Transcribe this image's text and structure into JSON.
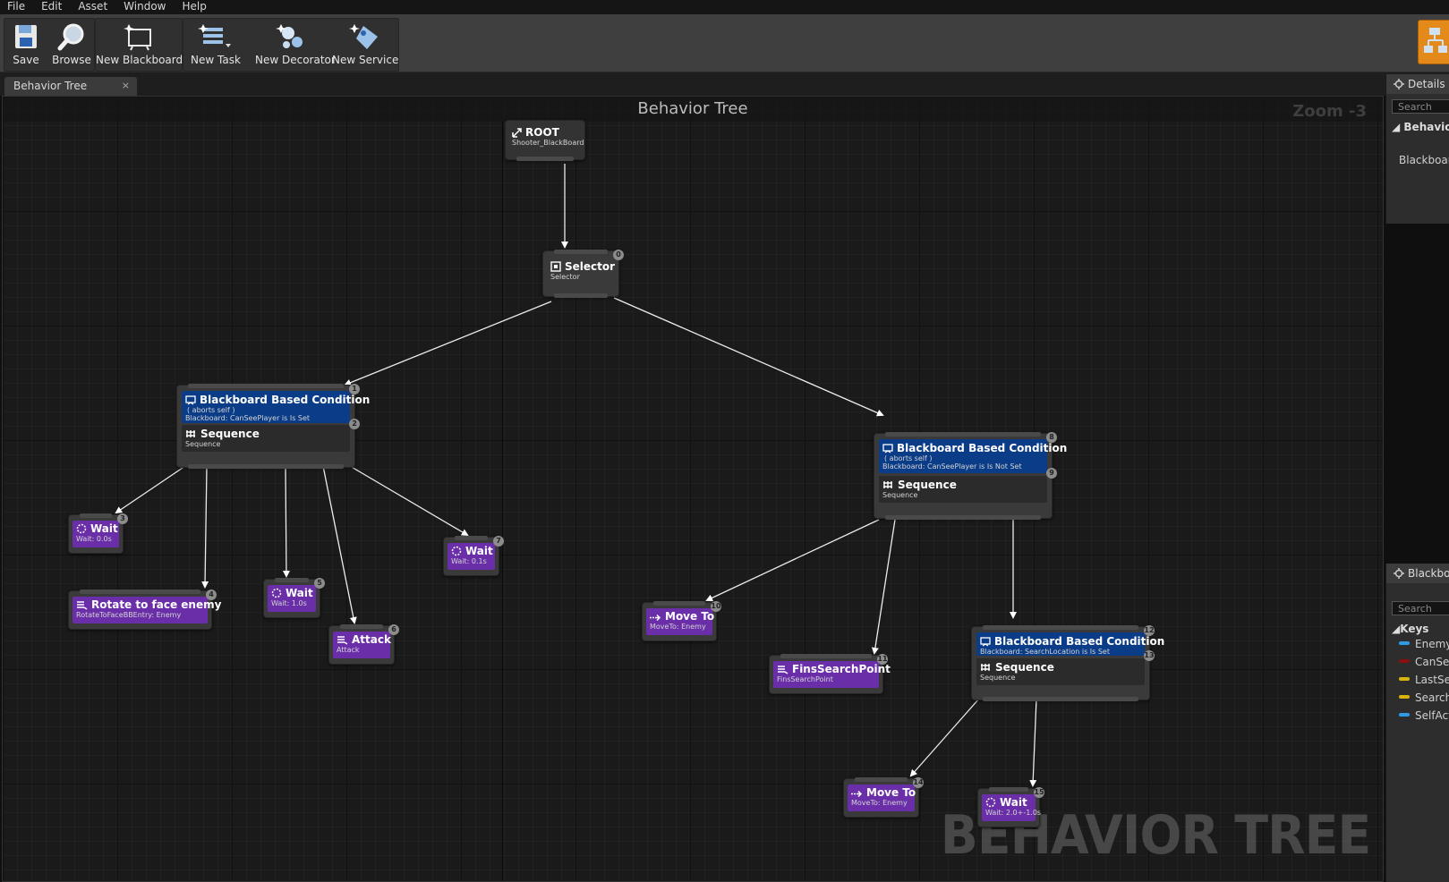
{
  "menu": [
    "File",
    "Edit",
    "Asset",
    "Window",
    "Help"
  ],
  "toolbar": {
    "save": "Save",
    "browse": "Browse",
    "new_blackboard": "New Blackboard",
    "new_task": "New Task",
    "new_decorator": "New Decorator",
    "new_service": "New Service"
  },
  "tab": {
    "label": "Behavior Tree",
    "close": "×"
  },
  "graph": {
    "title": "Behavior Tree",
    "zoom": "Zoom -3",
    "watermark": "BEHAVIOR TREE"
  },
  "nodes": {
    "root": {
      "title": "ROOT",
      "sub": "Shooter_BlackBoard"
    },
    "selector": {
      "title": "Selector",
      "sub": "Selector",
      "index": "0"
    },
    "left_seq": {
      "decorator_title": "Blackboard Based Condition",
      "decorator_line1": "( aborts self )",
      "decorator_line2": "Blackboard: CanSeePlayer is Is Set",
      "decorator_index": "1",
      "title": "Sequence",
      "sub": "Sequence",
      "index": "2"
    },
    "wait_a": {
      "title": "Wait",
      "sub": "Wait: 0.0s",
      "index": "3"
    },
    "rotate": {
      "title": "Rotate to face enemy",
      "sub": "RotateToFaceBBEntry: Enemy",
      "index": "4"
    },
    "wait_b": {
      "title": "Wait",
      "sub": "Wait: 1.0s",
      "index": "5"
    },
    "attack": {
      "title": "Attack",
      "sub": "Attack",
      "index": "6"
    },
    "wait_c": {
      "title": "Wait",
      "sub": "Wait: 0.1s",
      "index": "7"
    },
    "right_seq": {
      "decorator_title": "Blackboard Based Condition",
      "decorator_line1": "( aborts self )",
      "decorator_line2": "Blackboard: CanSeePlayer is Is Not Set",
      "decorator_index": "8",
      "title": "Sequence",
      "sub": "Sequence",
      "index": "9"
    },
    "moveto_a": {
      "title": "Move To",
      "sub": "MoveTo: Enemy",
      "index": "10"
    },
    "fins": {
      "title": "FinsSearchPoint",
      "sub": "FinsSearchPoint",
      "index": "11"
    },
    "search_seq": {
      "decorator_title": "Blackboard Based Condition",
      "decorator_line1": "Blackboard: SearchLocation is Is Set",
      "decorator_index": "12",
      "title": "Sequence",
      "sub": "Sequence",
      "index": "13"
    },
    "moveto_b": {
      "title": "Move To",
      "sub": "MoveTo: Enemy",
      "index": "14"
    },
    "wait_d": {
      "title": "Wait",
      "sub": "Wait: 2.0+-1.0s",
      "index": "15"
    }
  },
  "details_panel": {
    "title": "Details",
    "search_placeholder": "Search",
    "category": "Behavior",
    "property": "Blackboard"
  },
  "blackboard_panel": {
    "title": "Blackboard",
    "search_placeholder": "Search",
    "category": "Keys",
    "keys": [
      {
        "name": "Enemy",
        "color": "#2f9be8"
      },
      {
        "name": "CanSeePlayer",
        "color": "#8a1010"
      },
      {
        "name": "LastSeen",
        "color": "#d8b40a"
      },
      {
        "name": "SearchLocation",
        "color": "#d8b40a"
      },
      {
        "name": "SelfActor",
        "color": "#2f9be8"
      }
    ]
  },
  "colors": {
    "task": "#6a2ea8",
    "decorator": "#0a3c87",
    "accent_orange": "#e38a1b"
  }
}
